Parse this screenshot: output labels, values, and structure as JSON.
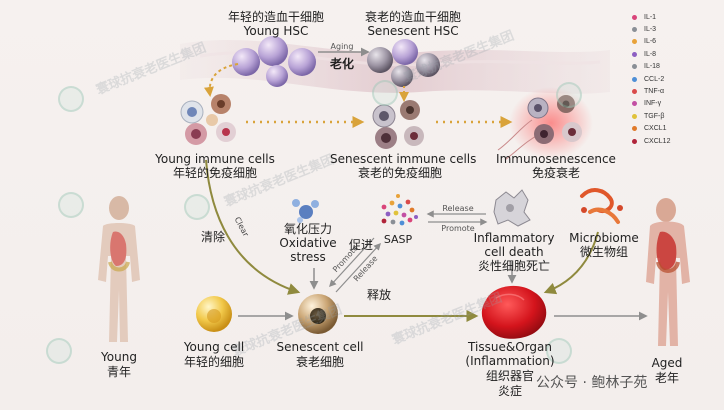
{
  "labels": {
    "young_hsc_cn": "年轻的造血干细胞",
    "young_hsc_en": "Young HSC",
    "senescent_hsc_cn": "衰老的造血干细胞",
    "senescent_hsc_en": "Senescent HSC",
    "aging_en": "Aging",
    "aging_cn": "老化",
    "young_immune_en": "Young immune cells",
    "young_immune_cn": "年轻的免疫细胞",
    "senescent_immune_en": "Senescent immune cells",
    "senescent_immune_cn": "衰老的免疫细胞",
    "immunosenescence_en": "Immunosenescence",
    "immunosenescence_cn": "免疫衰老",
    "clear_en": "Clear",
    "clear_cn": "清除",
    "oxidative_cn": "氧化压力",
    "oxidative_en1": "Oxidative",
    "oxidative_en2": "stress",
    "promote_cn": "促进",
    "sasp": "SASP",
    "release_top": "Release",
    "promote_top": "Promote",
    "promote_diag": "Promote",
    "release_diag": "Release",
    "release_cn": "释放",
    "inflam_death_1": "Inflammatory",
    "inflam_death_2": "cell death",
    "inflam_death_cn": "炎性细胞死亡",
    "microbiome_en": "Microbiome",
    "microbiome_cn": "微生物组",
    "young_cell_en": "Young cell",
    "young_cell_cn": "年轻的细胞",
    "senescent_cell_en": "Senescent cell",
    "senescent_cell_cn": "衰老细胞",
    "tissue_en1": "Tissue&Organ",
    "tissue_en2": "(Inflammation)",
    "tissue_cn1": "组织器官",
    "tissue_cn2": "炎症",
    "young_en": "Young",
    "young_cn": "青年",
    "aged_en": "Aged",
    "aged_cn": "老年"
  },
  "legend": [
    {
      "name": "IL-1",
      "color": "#d9457a"
    },
    {
      "name": "IL-3",
      "color": "#8a8f96"
    },
    {
      "name": "IL-6",
      "color": "#e8a23a"
    },
    {
      "name": "IL-8",
      "color": "#8d5fc2"
    },
    {
      "name": "IL-18",
      "color": "#8a8f96"
    },
    {
      "name": "CCL-2",
      "color": "#4f8fd6"
    },
    {
      "name": "TNF-α",
      "color": "#d94b4b"
    },
    {
      "name": "INF-γ",
      "color": "#c24fa3"
    },
    {
      "name": "TGF-β",
      "color": "#e0c23a"
    },
    {
      "name": "CXCL1",
      "color": "#e07a2a"
    },
    {
      "name": "CXCL12",
      "color": "#b0243a"
    }
  ],
  "watermark": "寰球抗衰老医生集团",
  "signature": "公众号 · 鲍林子苑"
}
